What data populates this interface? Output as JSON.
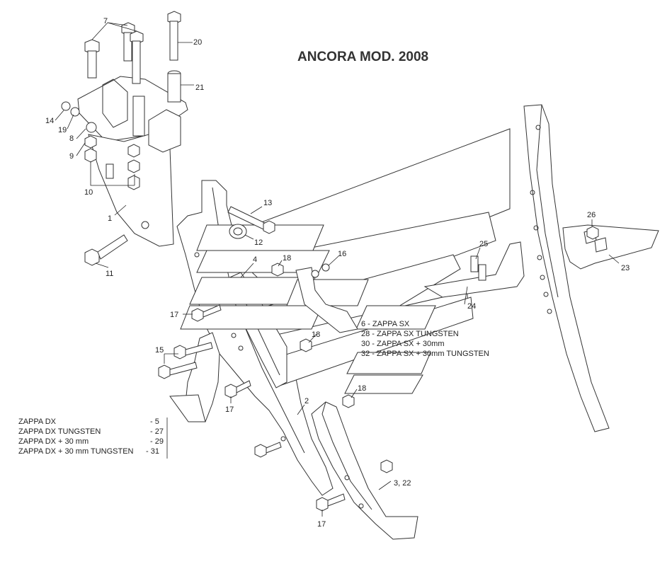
{
  "title": "ANCORA MOD. 2008",
  "callouts": {
    "c7": "7",
    "c20": "20",
    "c21": "21",
    "c14": "14",
    "c19": "19",
    "c8": "8",
    "c9": "9",
    "c10": "10",
    "c1": "1",
    "c11": "11",
    "c13": "13",
    "c12": "12",
    "c4": "4",
    "c18a": "18",
    "c16": "16",
    "c25": "25",
    "c26": "26",
    "c23": "23",
    "c24": "24",
    "c17a": "17",
    "c18b": "18",
    "c15": "15",
    "c17b": "17",
    "c18c": "18",
    "c2": "2",
    "c3_22": "3, 22",
    "c17c": "17"
  },
  "legend_sx": [
    "6   - ZAPPA SX",
    "28 - ZAPPA SX TUNGSTEN",
    "30 - ZAPPA SX + 30mm",
    "32 - ZAPPA SX + 30mm TUNGSTEN"
  ],
  "legend_dx": [
    {
      "name": "ZAPPA DX",
      "code": "-   5"
    },
    {
      "name": "ZAPPA DX TUNGSTEN",
      "code": "- 27"
    },
    {
      "name": "ZAPPA DX + 30 mm",
      "code": "- 29"
    },
    {
      "name": "ZAPPA DX + 30 mm  TUNGSTEN",
      "code": "- 31"
    }
  ]
}
